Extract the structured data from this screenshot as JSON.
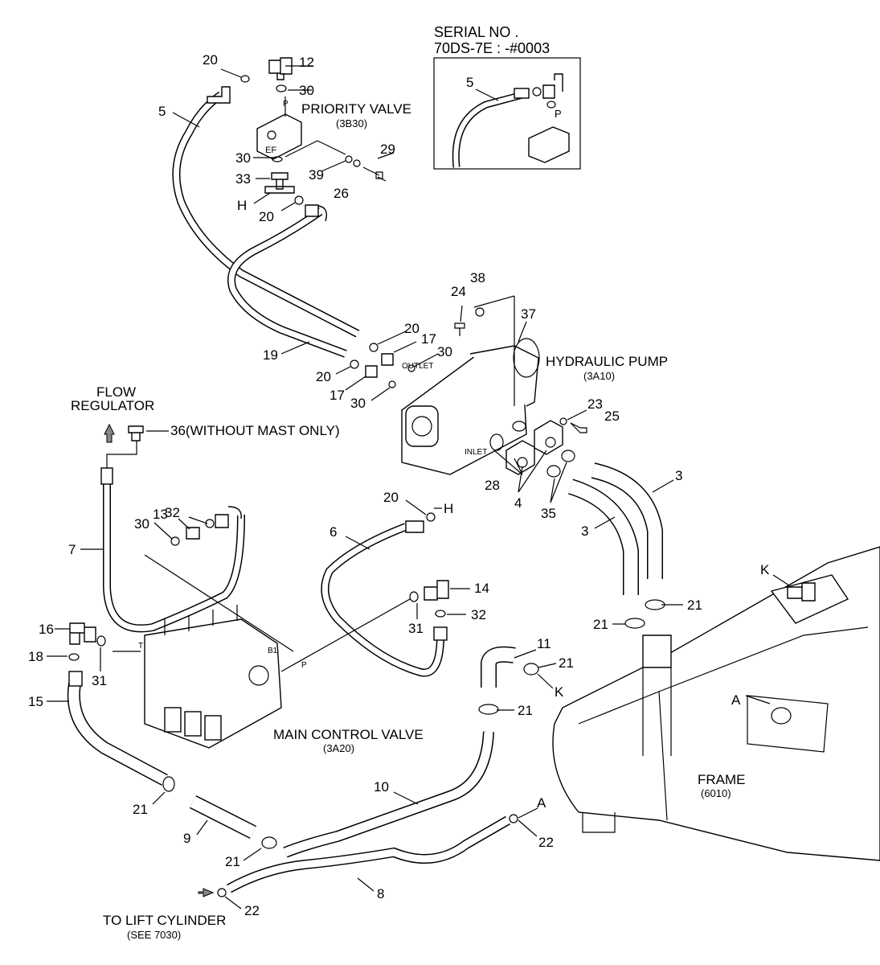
{
  "inset": {
    "title_line1": "SERIAL NO .",
    "title_line2": "70DS-7E : -#0003",
    "label_5": "5",
    "label_p": "P"
  },
  "captions": {
    "priority_valve": "PRIORITY VALVE",
    "priority_valve_ref": "(3B30)",
    "hydraulic_pump": "HYDRAULIC PUMP",
    "hydraulic_pump_ref": "(3A10)",
    "flow_regulator_1": "FLOW",
    "flow_regulator_2": "REGULATOR",
    "main_control_valve": "MAIN CONTROL VALVE",
    "main_control_valve_ref": "(3A20)",
    "frame": "FRAME",
    "frame_ref": "(6010)",
    "to_lift_cylinder": "TO LIFT CYLINDER",
    "to_lift_cylinder_ref": "(SEE 7030)",
    "outlet": "OUTLET",
    "inlet": "INLET",
    "port_p_top": "P",
    "port_ef": "EF",
    "port_t": "T",
    "port_b1": "B1",
    "port_p_mcv": "P"
  },
  "labels": {
    "n20_a": "20",
    "n12": "12",
    "n30_a": "30",
    "n5": "5",
    "n30_b": "30",
    "n39": "39",
    "n29": "29",
    "n33": "33",
    "nH_a": "H",
    "n20_b": "20",
    "n26": "26",
    "n24": "24",
    "n38": "38",
    "n37": "37",
    "n20_c": "20",
    "n17_a": "17",
    "n30_c": "30",
    "n19": "19",
    "n20_d": "20",
    "n17_b": "17",
    "n30_d": "30",
    "n36": "36(WITHOUT MAST ONLY)",
    "n23": "23",
    "n25": "25",
    "n28": "28",
    "n4": "4",
    "n35": "35",
    "n3_a": "3",
    "n3_b": "3",
    "n20_e": "20",
    "nH_b": "H",
    "n6": "6",
    "n32_a": "32",
    "n13": "13",
    "n30_e": "30",
    "n7": "7",
    "n14": "14",
    "n32_b": "32",
    "n31_a": "31",
    "n16": "16",
    "n18": "18",
    "n31_b": "31",
    "n15": "15",
    "nK_a": "K",
    "n21_a": "21",
    "n21_b": "21",
    "n11": "11",
    "n21_c": "21",
    "nK_b": "K",
    "n21_d": "21",
    "nA_a": "A",
    "n10": "10",
    "n21_e": "21",
    "n9": "9",
    "n21_f": "21",
    "nA_b": "A",
    "n22_a": "22",
    "n8": "8",
    "n22_b": "22"
  }
}
